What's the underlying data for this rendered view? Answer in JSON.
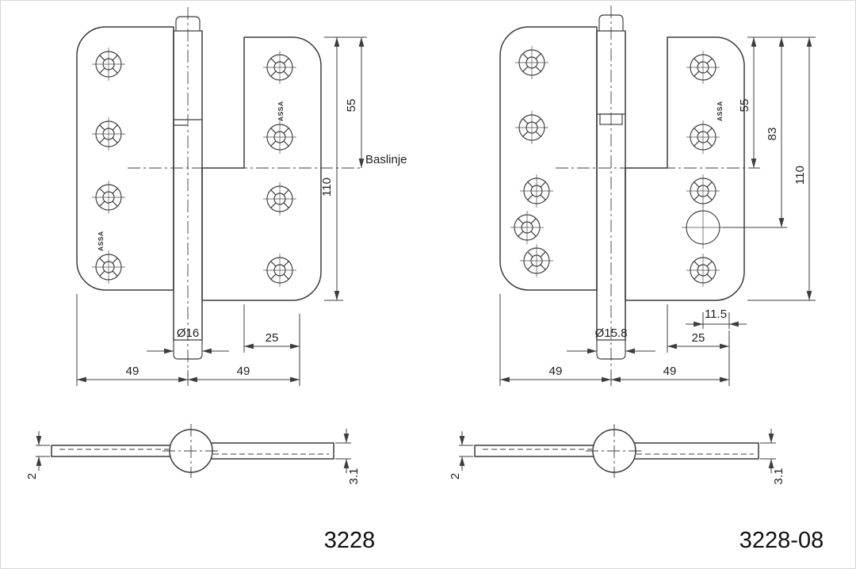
{
  "page": {
    "background_color": "#ffffff",
    "border_color": "#d6d6d6",
    "line_color": "#3c3c3c"
  },
  "diagram": {
    "kind": "technical drawing",
    "subject": "door hinge dimension drawings, front and edge views (mm)",
    "drawings": [
      {
        "model": "3228",
        "labels": {
          "dim_55": "55",
          "dim_110": "110",
          "baseline": "Baslinje",
          "pin_diameter": "Ø16",
          "dim_25": "25",
          "dim_49_left": "49",
          "dim_49_right": "49",
          "brand_left_leaf": "ASSA",
          "brand_right_leaf": "ASSA",
          "thickness_left": "2",
          "thickness_right": "3.1"
        }
      },
      {
        "model": "3228-08",
        "labels": {
          "dim_55": "55",
          "dim_83": "83",
          "dim_110": "110",
          "dim_11_5": "11.5",
          "dim_25": "25",
          "pin_diameter": "Ø15.8",
          "dim_49_left": "49",
          "dim_49_right": "49",
          "brand_right_leaf": "ASSA",
          "thickness_left": "2",
          "thickness_right": "3.1"
        }
      }
    ]
  }
}
